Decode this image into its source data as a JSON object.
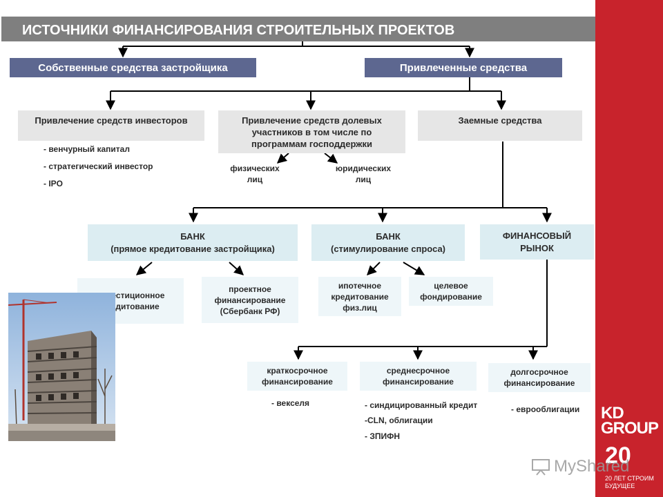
{
  "title": "ИСТОЧНИКИ ФИНАНСИРОВАНИЯ СТРОИТЕЛЬНЫХ ПРОЕКТОВ",
  "own_funds": "Собственные средства застройщика",
  "attracted_funds": "Привлеченные средства",
  "investors": {
    "title": "Привлечение средств инвесторов",
    "items": [
      "- венчурный  капитал",
      "- стратегический  инвестор",
      "- IPO"
    ]
  },
  "equity": {
    "title": "Привлечение средств долевых участников в том числе по программам господдержки",
    "individuals": "физических\nлиц",
    "legal": "юридических\nлиц"
  },
  "borrowed": "Заемные средства",
  "bank_direct": "БАНК\n(прямое кредитование застройщика)",
  "bank_demand": "БАНК\n(стимулирование спроса)",
  "financial_market": "ФИНАНСОВЫЙ\nРЫНОК",
  "investment_lending": "инвестиционное\nкредитование",
  "project_finance": "проектное\nфинансирование\n(Сбербанк РФ)",
  "mortgage": "ипотечное\nкредитование\nфиз.лиц",
  "target_funding": "целевое\nфондирование",
  "short_term": {
    "title": "краткосрочное\nфинансирование",
    "items": [
      "- векселя"
    ]
  },
  "medium_term": {
    "title": "среднесрочное\nфинансирование",
    "items": [
      "- синдицированный кредит",
      "-CLN, облигации",
      "- ЗПИФН"
    ]
  },
  "long_term": {
    "title": "долгосрочное\nфинансирование",
    "items": [
      "- еврооблигации"
    ]
  },
  "logo": {
    "line1": "KD",
    "line2": "GROUP",
    "number": "20",
    "slogan": "20 ЛЕТ СТРОИМ\nБУДУЩЕЕ"
  },
  "watermark": "MyShared",
  "colors": {
    "title_bar": "#7f7f7f",
    "navy": "#5d6790",
    "brand_red": "#c8232c",
    "teal": "#dcedf2"
  }
}
